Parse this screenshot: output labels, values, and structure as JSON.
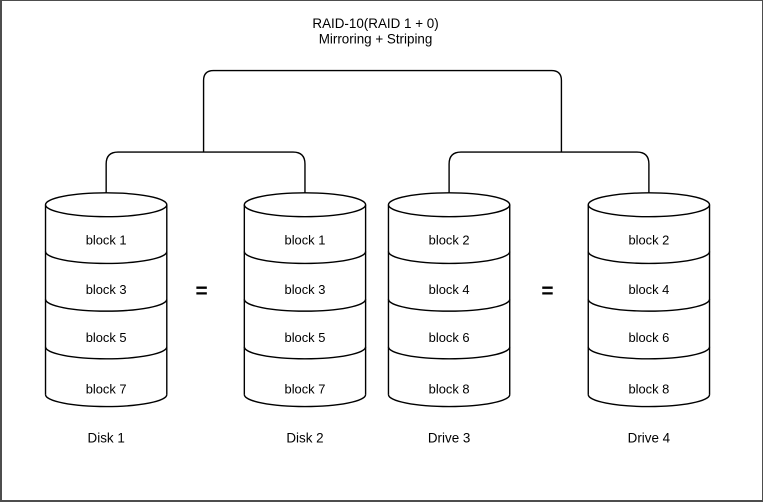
{
  "title": {
    "line1": "RAID-10(RAID 1 + 0)",
    "line2": "Mirroring + Striping"
  },
  "equals": [
    "=",
    "="
  ],
  "disks": [
    {
      "name": "Disk 1",
      "blocks": [
        "block 1",
        "block 3",
        "block 5",
        "block 7"
      ]
    },
    {
      "name": "Disk 2",
      "blocks": [
        "block 1",
        "block 3",
        "block 5",
        "block 7"
      ]
    },
    {
      "name": "Drive 3",
      "blocks": [
        "block 2",
        "block 4",
        "block 6",
        "block 8"
      ]
    },
    {
      "name": "Drive 4",
      "blocks": [
        "block 2",
        "block 4",
        "block 6",
        "block 8"
      ]
    }
  ],
  "colors": {
    "line": "#000000",
    "text": "#000000",
    "background": "#ffffff",
    "frame_border": "#4d4d4d"
  }
}
